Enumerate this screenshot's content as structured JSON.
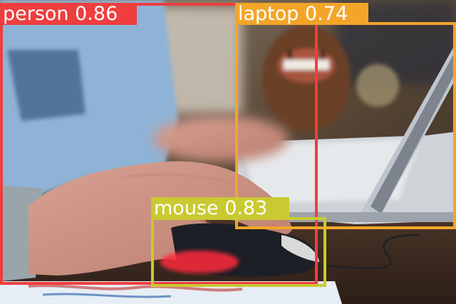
{
  "detections": [
    {
      "label": "person 0.86",
      "class_name": "person",
      "confidence": 0.86,
      "color": "#ef3e3e"
    },
    {
      "label": "laptop 0.74",
      "class_name": "laptop",
      "confidence": 0.74,
      "color": "#f3a52a"
    },
    {
      "label": "mouse 0.83",
      "class_name": "mouse",
      "confidence": 0.83,
      "color": "#c9c931"
    }
  ]
}
